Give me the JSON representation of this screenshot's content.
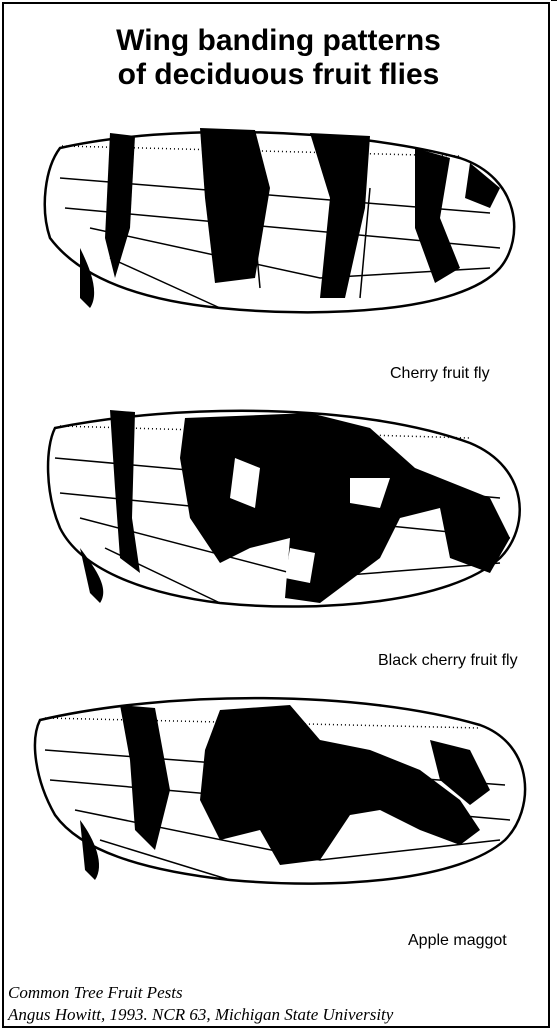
{
  "figure": {
    "title_line1": "Wing banding patterns",
    "title_line2": "of deciduous fruit flies"
  },
  "wings": [
    {
      "label": "Cherry fruit fly"
    },
    {
      "label": "Black cherry fruit fly"
    },
    {
      "label": "Apple maggot"
    }
  ],
  "caption": {
    "line1": "Common Tree Fruit Pests",
    "line2": "Angus Howitt, 1993. NCR 63, Michigan State University"
  },
  "colors": {
    "ink": "#000000",
    "paper": "#ffffff"
  }
}
